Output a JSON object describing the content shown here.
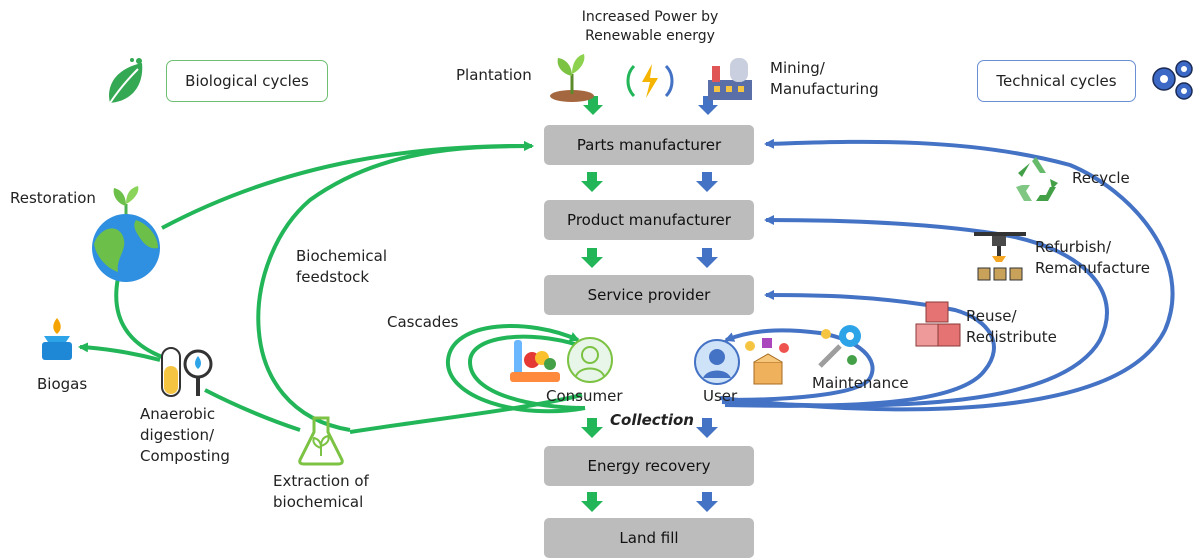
{
  "header": {
    "power_label_line1": "Increased Power by",
    "power_label_line2": "Renewable energy",
    "plantation": "Plantation",
    "mining_line1": "Mining/",
    "mining_line2": "Manufacturing"
  },
  "legend": {
    "biological": "Biological cycles",
    "technical": "Technical cycles"
  },
  "stages": [
    "Parts manufacturer",
    "Product manufacturer",
    "Service provider",
    "Energy recovery",
    "Land fill"
  ],
  "biological": {
    "restoration": "Restoration",
    "feedstock_line1": "Biochemical",
    "feedstock_line2": "feedstock",
    "cascades": "Cascades",
    "biogas": "Biogas",
    "anaerobic_line1": "Anaerobic",
    "anaerobic_line2": "digestion/",
    "anaerobic_line3": "Composting",
    "extraction_line1": "Extraction of",
    "extraction_line2": "biochemical",
    "consumer": "Consumer"
  },
  "technical": {
    "recycle": "Recycle",
    "refurbish_line1": "Refurbish/",
    "refurbish_line2": "Remanufacture",
    "reuse_line1": "Reuse/",
    "reuse_line2": "Redistribute",
    "maintenance": "Maintenance",
    "user": "User"
  },
  "collection": "Collection",
  "colors": {
    "bio_green": "#1db954",
    "tech_blue": "#4472c4",
    "stage_gray": "#bcbcbc"
  }
}
